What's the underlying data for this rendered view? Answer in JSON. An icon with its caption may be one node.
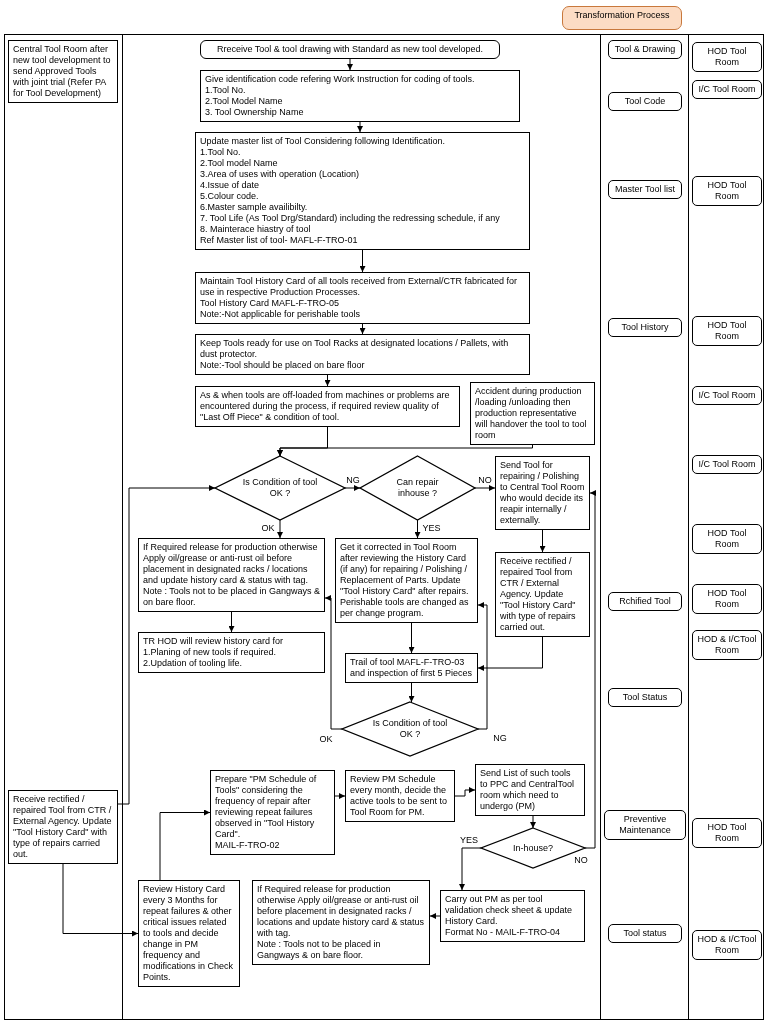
{
  "diagram": {
    "nodes": [
      {
        "text": [
          "Transformation Process"
        ]
      },
      {
        "text": [
          "Central Tool Room after new tool development to send Approved Tools with joint trial (Refer PA for Tool Development)"
        ]
      },
      {
        "text": [
          "Rreceive Tool & tool drawing with Standard as new tool developed."
        ]
      },
      {
        "text": [
          "Give identification code refering Work Instruction for coding of tools.",
          "1.Tool No.",
          "2.Tool Model Name",
          "3. Tool Ownership Name"
        ]
      },
      {
        "text": [
          "Update master list of Tool Considering following Identification.",
          "1.Tool No.",
          "2.Tool model Name",
          "3.Area of uses with operation (Location)",
          "4.Issue of date",
          "5.Colour code.",
          "6.Master sample availibilty.",
          "7. Tool Life (As Tool Drg/Standard) including the redressing schedule, if any",
          "8. Mainterace hiastry of tool",
          "Ref Master list of tool- MAFL-F-TRO-01"
        ]
      },
      {
        "text": [
          "Maintain Tool History Card of all tools received from External/CTR fabricated for use in respective Production Processes.",
          "Tool History Card MAFL-F-TRO-05",
          "Note:-Not applicable for perishable tools"
        ]
      },
      {
        "text": [
          "Keep Tools ready for use on Tool Racks at designated locations / Pallets, with dust protector.",
          "Note:-Tool should be placed on bare floor"
        ]
      },
      {
        "text": [
          "As & when tools are off-loaded from machines or problems are encountered during the process, if required review quality of \"Last Off Piece\" & condition of tool."
        ]
      },
      {
        "text": [
          "Accident during production /loading /unloading then production representative will handover the tool to tool room"
        ]
      },
      {
        "text": [
          "Is Condition of tool OK ?"
        ]
      },
      {
        "text": [
          "Can repair inhouse ?"
        ]
      },
      {
        "text": [
          "Send Tool for repairing / Polishing to Central Tool Room who would decide its reapir internally / externally."
        ]
      },
      {
        "text": [
          "Receive rectified / repaired Tool from CTR / External Agency. Update \"Tool History Card\" with type of repairs carried out."
        ]
      },
      {
        "text": [
          "Get it corrected in Tool Room after reviewing the History Card (if any) for repairing / Polishing / Replacement of Parts. Update \"Tool History Card\" after repairs. Perishable tools are changed as per change program."
        ]
      },
      {
        "text": [
          "If Required release for production otherwise Apply oil/grease or anti-rust oil before placement in designated racks / locations and update history card & status with tag.",
          "Note : Tools not to be placed in Gangways & on bare floor."
        ]
      },
      {
        "text": [
          "Trail of tool MAFL-F-TRO-03 and inspection of first 5 Pieces"
        ]
      },
      {
        "text": [
          "TR HOD will review history card for",
          "1.Planing of new tools if required.",
          "2.Updation of tooling life."
        ]
      },
      {
        "text": [
          "Is Condition of tool OK ?"
        ]
      },
      {
        "text": [
          "Receive rectified / repaired Tool from CTR / External Agency. Update \"Tool History Card\" with type of repairs carried out."
        ]
      },
      {
        "text": [
          "Prepare \"PM Schedule of Tools\" considering the frequency of repair after reviewing repeat failures observed in \"Tool History Card\".",
          "MAIL-F-TRO-02"
        ]
      },
      {
        "text": [
          "Review PM Schedule every month, decide the active tools to be sent to Tool Room for PM."
        ]
      },
      {
        "text": [
          "Send List of such tools to PPC and CentralTool room which need to undergo (PM)"
        ]
      },
      {
        "text": [
          "In-house?"
        ]
      },
      {
        "text": [
          "Review History Card every 3 Months for repeat failures & other critical issues related to tools and decide change in PM frequency and modifications in Check Points."
        ]
      },
      {
        "text": [
          "If Required release for production otherwise Apply oil/grease or anti-rust oil before placement in designated racks / locations and update history card & status with tag.",
          "Note : Tools not to be placed in Gangways & on bare floor."
        ]
      },
      {
        "text": [
          "Carry out PM as per tool validation check sheet & update History Card.",
          "Format No - MAIL-F-TRO-04"
        ]
      },
      {
        "text": [
          "Tool & Drawing"
        ]
      },
      {
        "text": [
          "Tool Code"
        ]
      },
      {
        "text": [
          "Master Tool list"
        ]
      },
      {
        "text": [
          "Tool History"
        ]
      },
      {
        "text": [
          "Rchified Tool"
        ]
      },
      {
        "text": [
          "Tool Status"
        ]
      },
      {
        "text": [
          "Preventive Maintenance"
        ]
      },
      {
        "text": [
          "Tool status"
        ]
      },
      {
        "text": [
          "HOD Tool Room"
        ]
      },
      {
        "text": [
          "I/C Tool Room"
        ]
      },
      {
        "text": [
          "HOD Tool Room"
        ]
      },
      {
        "text": [
          "HOD Tool Room"
        ]
      },
      {
        "text": [
          "I/C Tool Room"
        ]
      },
      {
        "text": [
          "I/C Tool Room"
        ]
      },
      {
        "text": [
          "HOD Tool Room"
        ]
      },
      {
        "text": [
          "HOD Tool Room"
        ]
      },
      {
        "text": [
          "HOD & I/CTool Room"
        ]
      },
      {
        "text": [
          "HOD Tool Room"
        ]
      },
      {
        "text": [
          "HOD & I/CTool Room"
        ]
      }
    ],
    "edges": [
      {
        "from": 2,
        "to": 3,
        "arrow": "to"
      },
      {
        "from": 3,
        "to": 4,
        "arrow": "to"
      },
      {
        "from": 4,
        "to": 5,
        "arrow": "to"
      },
      {
        "from": 5,
        "to": 6,
        "arrow": "to"
      },
      {
        "from": 6,
        "to": 7,
        "arrow": "to"
      },
      {
        "from": 7,
        "to": 9,
        "arrow": "to"
      },
      {
        "from": 8,
        "to": 9,
        "arrow": "to"
      },
      {
        "from": 9,
        "to": 10,
        "label": "NG",
        "arrow": "to"
      },
      {
        "from": 10,
        "to": 11,
        "label": "NO",
        "arrow": "to"
      },
      {
        "from": 10,
        "to": 13,
        "label": "YES",
        "arrow": "to"
      },
      {
        "from": 9,
        "to": 14,
        "label": "OK",
        "arrow": "to"
      },
      {
        "from": 11,
        "to": 12,
        "arrow": "to"
      },
      {
        "from": 12,
        "to": 15,
        "arrow": "to"
      },
      {
        "from": 13,
        "to": 15,
        "arrow": "to"
      },
      {
        "from": 15,
        "to": 17,
        "arrow": "to"
      },
      {
        "from": 17,
        "to": 13,
        "label": "NG",
        "arrow": "to"
      },
      {
        "from": 17,
        "to": 14,
        "label": "OK",
        "arrow": "to"
      },
      {
        "from": 14,
        "to": 16,
        "arrow": "to"
      },
      {
        "from": 18,
        "to": 9,
        "arrow": "to"
      },
      {
        "from": 18,
        "to": 23,
        "arrow": "to"
      },
      {
        "from": 23,
        "to": 19,
        "arrow": "to"
      },
      {
        "from": 19,
        "to": 20,
        "arrow": "to"
      },
      {
        "from": 20,
        "to": 21,
        "arrow": "to"
      },
      {
        "from": 21,
        "to": 22,
        "arrow": "to"
      },
      {
        "from": 22,
        "to": 25,
        "label": "YES",
        "arrow": "to"
      },
      {
        "from": 22,
        "to": 11,
        "label": "NO",
        "arrow": "to"
      },
      {
        "from": 25,
        "to": 24,
        "arrow": "to"
      }
    ]
  }
}
